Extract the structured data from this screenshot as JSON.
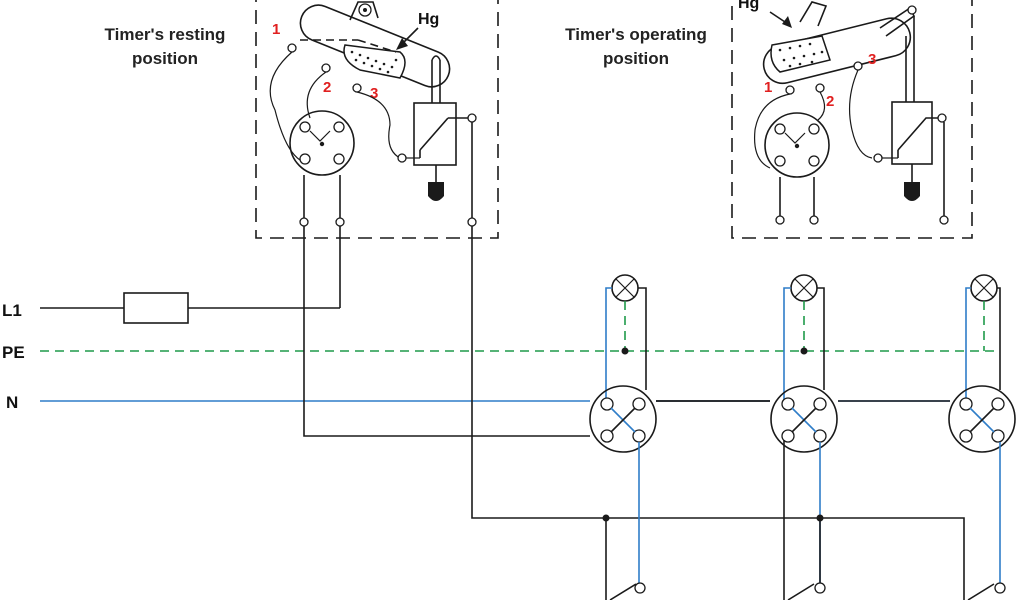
{
  "timers": {
    "resting": {
      "title_line1": "Timer's resting",
      "title_line2": "position",
      "mercury_label": "Hg",
      "terminals": [
        "1",
        "2",
        "3"
      ]
    },
    "operating": {
      "title_line1": "Timer's operating",
      "title_line2": "position",
      "mercury_label": "Hg",
      "terminals": [
        "1",
        "2",
        "3"
      ]
    }
  },
  "buses": {
    "l1": "L1",
    "pe": "PE",
    "n": "N"
  },
  "colors": {
    "wire": "#1a1a1a",
    "neutral": "#2f7dc8",
    "protective_earth": "#1f9a4a",
    "terminal_numbers": "#e02020"
  },
  "icons": [
    "lamp-icon",
    "switch-icon",
    "fuse-icon",
    "mercury-tube-icon",
    "timer-motor-icon",
    "push-button-icon"
  ]
}
